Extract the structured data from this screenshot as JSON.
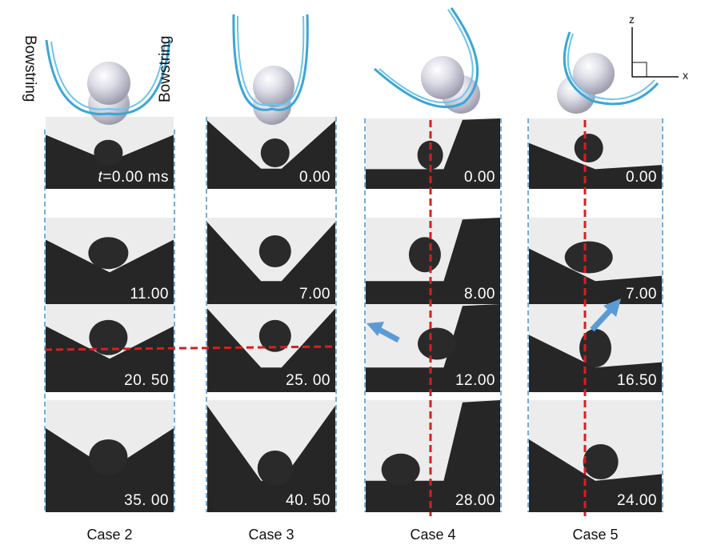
{
  "cases": [
    {
      "label": "Case 2",
      "times": [
        "0.00 ms",
        "11.00",
        "20. 50",
        "35. 00"
      ],
      "time_prefix": "t"
    },
    {
      "label": "Case 3",
      "times": [
        "0.00",
        "7.00",
        "25. 00",
        "40. 50"
      ]
    },
    {
      "label": "Case 4",
      "times": [
        "0.00",
        "8.00",
        "12.00",
        "28.00"
      ]
    },
    {
      "label": "Case 5",
      "times": [
        "0.00",
        "7.00",
        "16.50",
        "24.00"
      ]
    }
  ],
  "bowstring_left": "Bowstring",
  "bowstring_right": "Bowstring",
  "axes": {
    "z": "z",
    "x": "x"
  },
  "colors": {
    "bowstring": "#3aa6d8",
    "droplet": "#2a2a2a",
    "substrate": "#262626",
    "guide_red": "#d42020",
    "guide_blue": "#4a90c8",
    "arrow": "#5b9bd5"
  }
}
